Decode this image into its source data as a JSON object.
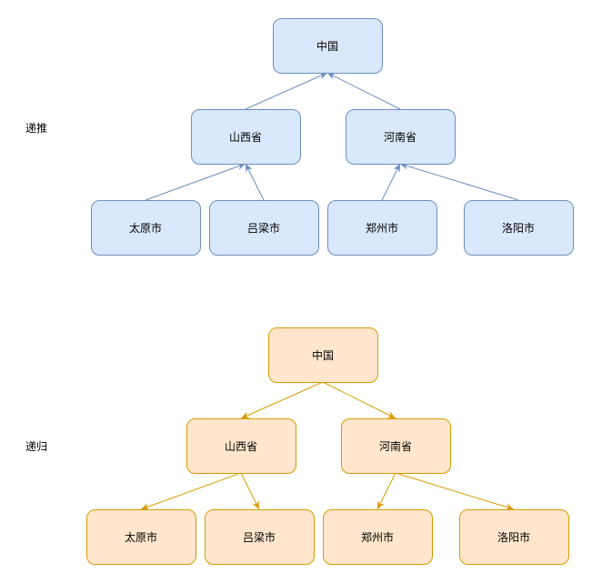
{
  "colors": {
    "push_fill": "#dae8fc",
    "push_stroke": "#6c8ebf",
    "recur_fill": "#ffe6cc",
    "recur_stroke": "#d79b00"
  },
  "top": {
    "label": "递推",
    "nodes": {
      "china": "中国",
      "shanxi": "山西省",
      "henan": "河南省",
      "taiyuan": "太原市",
      "lvliang": "吕梁市",
      "zhengzhou": "郑州市",
      "luoyang": "洛阳市"
    }
  },
  "bottom": {
    "label": "递归",
    "nodes": {
      "china": "中国",
      "shanxi": "山西省",
      "henan": "河南省",
      "taiyuan": "太原市",
      "lvliang": "吕梁市",
      "zhengzhou": "郑州市",
      "luoyang": "洛阳市"
    }
  }
}
